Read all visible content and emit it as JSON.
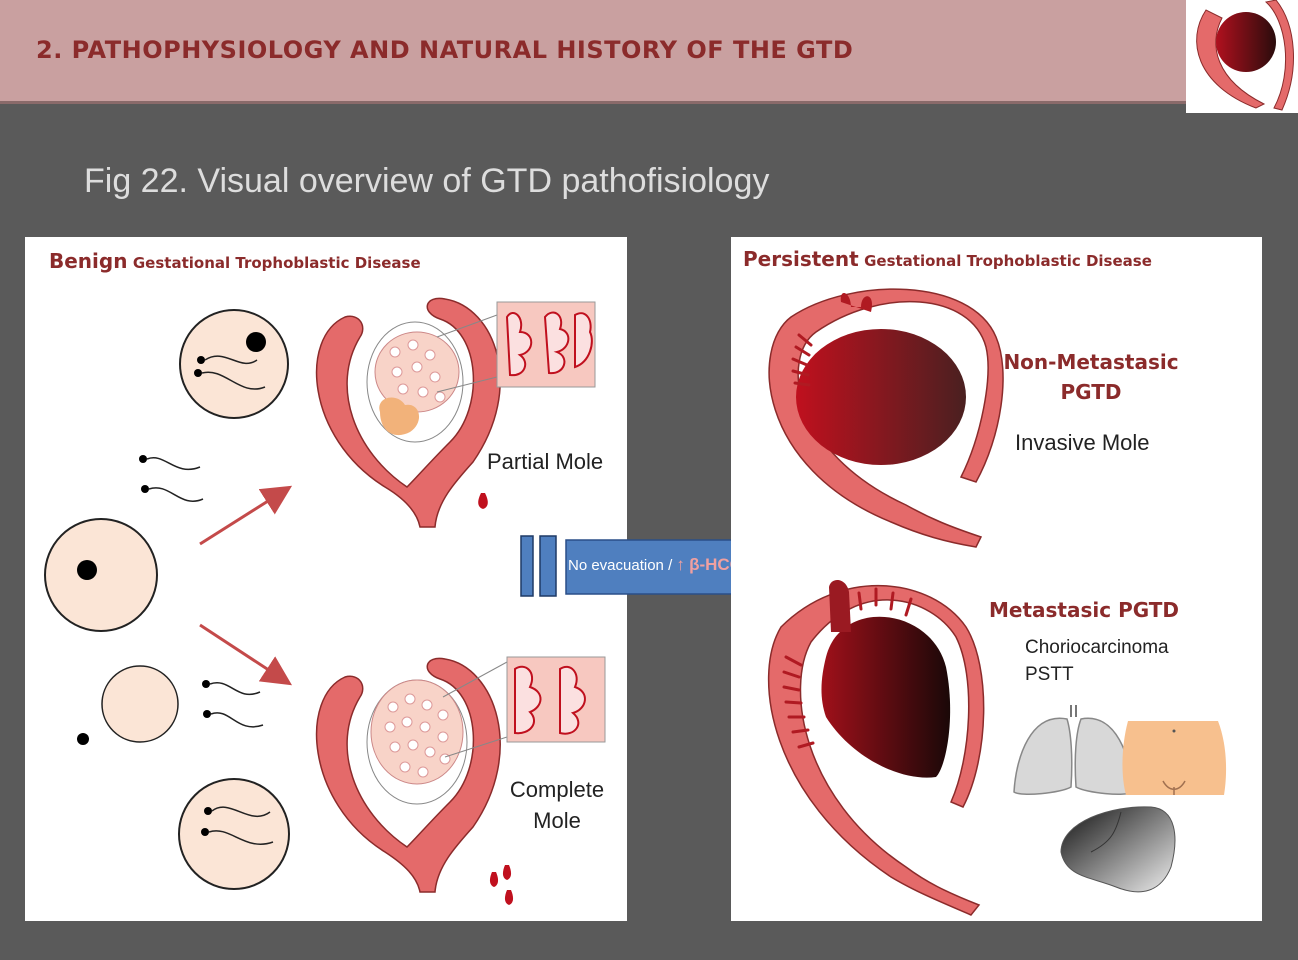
{
  "header": {
    "title": "2. PATHOPHYSIOLOGY AND NATURAL HISTORY OF THE GTD"
  },
  "figure": {
    "title": "Fig 22. Visual overview of GTD pathofisiology"
  },
  "benign": {
    "title_strong": "Benign",
    "title_rest": "Gestational Trophoblastic Disease",
    "partial_label": "Partial Mole",
    "complete_label_line1": "Complete",
    "complete_label_line2": "Mole"
  },
  "transition": {
    "text": "No evacuation /",
    "marker": "↑",
    "hormone": "β-HCG"
  },
  "persistent": {
    "title_strong": "Persistent",
    "title_rest": "Gestational Trophoblastic Disease",
    "non_metastatic_line1": "Non-Metastasic",
    "non_metastatic_line2": "PGTD",
    "invasive_label": "Invasive Mole",
    "metastatic_title": "Metastasic PGTD",
    "metastatic_item1": "Choriocarcinoma",
    "metastatic_item2": "PSTT"
  },
  "colors": {
    "accent": "#8b2b2b",
    "uterus": "#e46a6a",
    "cell": "#fbe5d6",
    "arrow": "#4f7fbf"
  }
}
